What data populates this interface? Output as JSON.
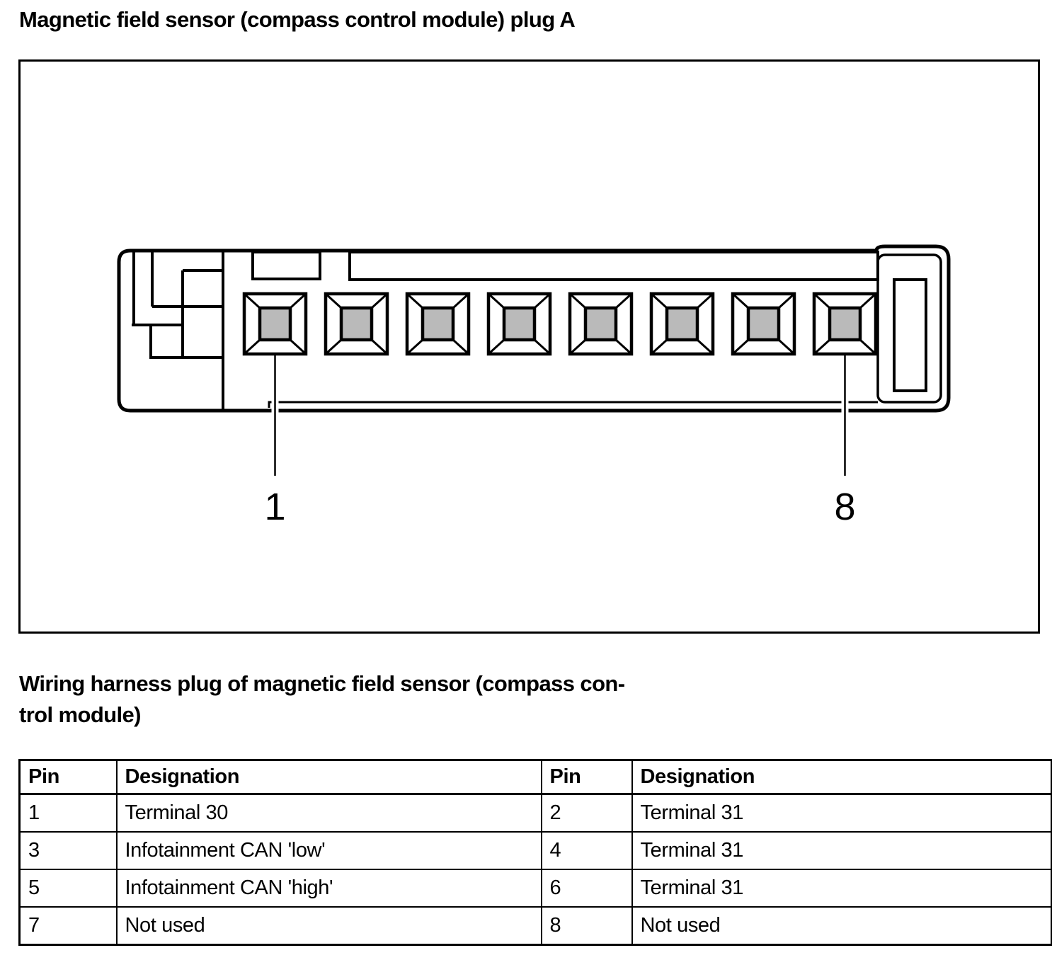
{
  "title": "Magnetic field sensor (compass control module) plug A",
  "subtitle": {
    "lines": [
      "Wiring harness plug of magnetic field sensor (compass con-",
      "trol module)"
    ]
  },
  "diagram": {
    "pin_count": 8,
    "first_pin_label": "1",
    "last_pin_label": "8",
    "pin_fill": "#bababa",
    "line_color": "#000000"
  },
  "table": {
    "headers": [
      "Pin",
      "Designation",
      "Pin",
      "Designation"
    ],
    "rows": [
      [
        "1",
        "Terminal 30",
        "2",
        "Terminal 31"
      ],
      [
        "3",
        "Infotainment CAN 'low'",
        "4",
        "Terminal 31"
      ],
      [
        "5",
        "Infotainment CAN 'high'",
        "6",
        "Terminal 31"
      ],
      [
        "7",
        "Not used",
        "8",
        "Not used"
      ]
    ]
  }
}
